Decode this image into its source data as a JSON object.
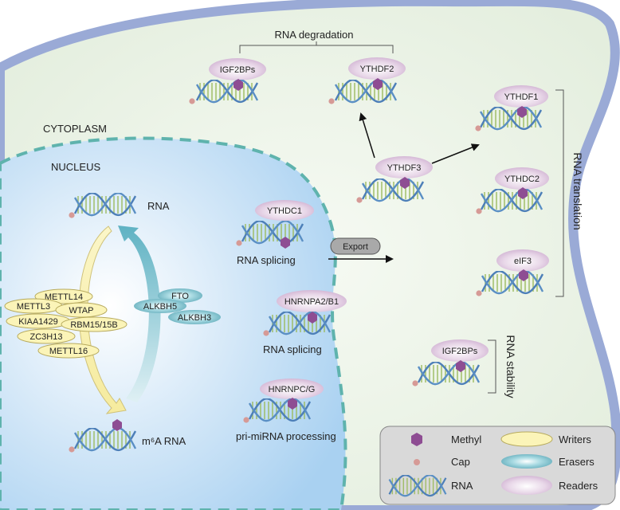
{
  "labels": {
    "cytoplasm": "CYTOPLASM",
    "nucleus": "NUCLEUS",
    "rna": "RNA",
    "m6a_rna": "m⁶A RNA",
    "rna_degradation": "RNA degradation",
    "rna_translation": "RNA translation",
    "rna_stability": "RNA stability",
    "rna_splicing_1": "RNA splicing",
    "rna_splicing_2": "RNA splicing",
    "pri_mirna": "pri-miRNA processing",
    "export": "Export"
  },
  "writers": [
    "METTL14",
    "METTL3",
    "WTAP",
    "KIAA1429",
    "RBM15/15B",
    "ZC3H13",
    "METTL16"
  ],
  "erasers": [
    "FTO",
    "ALKBH5",
    "ALKBH3"
  ],
  "readers": {
    "igf2bps_top": "IGF2BPs",
    "ythdf2": "YTHDF2",
    "ythdf1": "YTHDF1",
    "ythdf3": "YTHDF3",
    "ythdc2": "YTHDC2",
    "eif3": "eIF3",
    "ythdc1": "YTHDC1",
    "hnrnpa2b1": "HNRNPA2/B1",
    "hnrnpcg": "HNRNPC/G",
    "igf2bps_stab": "IGF2BPs"
  },
  "legend": {
    "methyl": "Methyl",
    "writers": "Writers",
    "cap": "Cap",
    "erasers": "Erasers",
    "rna": "RNA",
    "readers": "Readers"
  },
  "colors": {
    "cell_border": "#9aaad6",
    "cytoplasm": "#e9f2e4",
    "nucleus": "#b6d9f4",
    "nucleus_border": "#5fb3ad",
    "writer": "#fbf4b8",
    "eraser": "#7fc2cf",
    "reader": "#d7bcd8",
    "methyl": "#8e4d93",
    "cap": "#d69a96",
    "rna_blue": "#5a8fc4",
    "rna_green": "#9cbb60"
  }
}
